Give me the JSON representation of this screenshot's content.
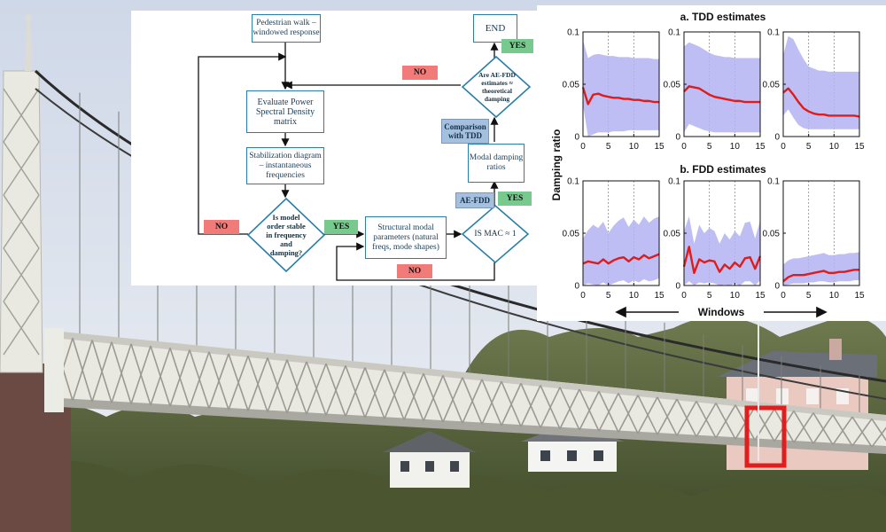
{
  "scene": {
    "sky_color": "#dfe5ef",
    "bridge_color": "#e9e9e2",
    "highlight_color": "#e11d1d"
  },
  "flowchart": {
    "boxes": {
      "pedestrian": "Pedestrian walk – windowed response",
      "psd": "Evaluate Power Spectral Density matrix",
      "stab": "Stabilization diagram – instantaneous frequencies",
      "modal": "Structural modal parameters (natural freqs, mode shapes)",
      "damping": "Modal damping ratios",
      "end": "END"
    },
    "diamonds": {
      "order": "Is model order stable in frequency and damping?",
      "mac": "IS MAC ≈ 1",
      "compare": "Are AE-FDD estimates ≈ theoretical damping"
    },
    "tags": {
      "no1": "NO",
      "no2": "NO",
      "no3": "NO",
      "yes1": "YES",
      "yes2": "YES",
      "yes3": "YES",
      "aefdd": "AE-FDD",
      "comparison": "Comparison with TDD"
    },
    "colors": {
      "line": "#2a7fa8",
      "yes": "#78c98d",
      "no": "#f07b78",
      "note": "#a5c0de"
    }
  },
  "chart_data": [
    {
      "type": "line",
      "panel": "a",
      "title": "a. TDD estimates",
      "ylabel": "Damping ratio",
      "xlabel": "Windows",
      "x": [
        0,
        1,
        2,
        3,
        4,
        5,
        6,
        7,
        8,
        9,
        10,
        11,
        12,
        13,
        14,
        15
      ],
      "xlim": [
        0,
        15
      ],
      "ylim": [
        0,
        0.1
      ],
      "xticks": [
        0,
        5,
        10,
        15
      ],
      "yticks": [
        0,
        0.05,
        0.1
      ],
      "series": [
        {
          "values": [
            0.047,
            0.031,
            0.04,
            0.041,
            0.039,
            0.038,
            0.037,
            0.037,
            0.036,
            0.036,
            0.035,
            0.035,
            0.034,
            0.034,
            0.033,
            0.033
          ],
          "lower": [
            0.03,
            0.0,
            0.002,
            0.004,
            0.004,
            0.004,
            0.005,
            0.005,
            0.005,
            0.006,
            0.006,
            0.006,
            0.006,
            0.006,
            0.006,
            0.006
          ],
          "upper": [
            0.092,
            0.075,
            0.078,
            0.079,
            0.078,
            0.077,
            0.077,
            0.076,
            0.076,
            0.076,
            0.075,
            0.075,
            0.075,
            0.075,
            0.074,
            0.074
          ]
        }
      ]
    },
    {
      "type": "line",
      "panel": "a",
      "x": [
        0,
        1,
        2,
        3,
        4,
        5,
        6,
        7,
        8,
        9,
        10,
        11,
        12,
        13,
        14,
        15
      ],
      "xlim": [
        0,
        15
      ],
      "ylim": [
        0,
        0.1
      ],
      "xticks": [
        0,
        5,
        10,
        15
      ],
      "yticks": [
        0,
        0.05,
        0.1
      ],
      "series": [
        {
          "values": [
            0.043,
            0.048,
            0.047,
            0.046,
            0.043,
            0.04,
            0.038,
            0.037,
            0.036,
            0.035,
            0.034,
            0.034,
            0.033,
            0.033,
            0.033,
            0.033
          ],
          "lower": [
            0.004,
            0.012,
            0.01,
            0.008,
            0.006,
            0.005,
            0.004,
            0.004,
            0.004,
            0.004,
            0.004,
            0.004,
            0.004,
            0.004,
            0.004,
            0.004
          ],
          "upper": [
            0.086,
            0.09,
            0.088,
            0.086,
            0.083,
            0.08,
            0.078,
            0.077,
            0.076,
            0.076,
            0.075,
            0.075,
            0.075,
            0.075,
            0.075,
            0.075
          ]
        }
      ]
    },
    {
      "type": "line",
      "panel": "a",
      "x": [
        0,
        1,
        2,
        3,
        4,
        5,
        6,
        7,
        8,
        9,
        10,
        11,
        12,
        13,
        14,
        15
      ],
      "xlim": [
        0,
        15
      ],
      "ylim": [
        0,
        0.1
      ],
      "xticks": [
        0,
        5,
        10,
        15
      ],
      "yticks": [
        0,
        0.05,
        0.1
      ],
      "series": [
        {
          "values": [
            0.042,
            0.046,
            0.04,
            0.033,
            0.027,
            0.024,
            0.022,
            0.021,
            0.021,
            0.02,
            0.02,
            0.02,
            0.02,
            0.02,
            0.02,
            0.019
          ],
          "lower": [
            0.02,
            0.026,
            0.018,
            0.011,
            0.008,
            0.007,
            0.007,
            0.007,
            0.007,
            0.007,
            0.007,
            0.007,
            0.007,
            0.007,
            0.007,
            0.007
          ],
          "upper": [
            0.078,
            0.096,
            0.093,
            0.083,
            0.074,
            0.067,
            0.065,
            0.063,
            0.063,
            0.062,
            0.062,
            0.062,
            0.062,
            0.062,
            0.062,
            0.062
          ]
        }
      ]
    },
    {
      "type": "line",
      "panel": "b",
      "title": "b. FDD estimates",
      "x": [
        0,
        1,
        2,
        3,
        4,
        5,
        6,
        7,
        8,
        9,
        10,
        11,
        12,
        13,
        14,
        15
      ],
      "xlim": [
        0,
        15
      ],
      "ylim": [
        0,
        0.1
      ],
      "xticks": [
        0,
        5,
        10,
        15
      ],
      "yticks": [
        0,
        0.05,
        0.1
      ],
      "series": [
        {
          "values": [
            0.021,
            0.023,
            0.022,
            0.021,
            0.025,
            0.021,
            0.024,
            0.026,
            0.027,
            0.023,
            0.027,
            0.025,
            0.029,
            0.026,
            0.028,
            0.03
          ],
          "lower": [
            0.0,
            0.002,
            0.001,
            0.0,
            0.003,
            0.0,
            0.002,
            0.004,
            0.005,
            0.002,
            0.005,
            0.003,
            0.006,
            0.004,
            0.005,
            0.007
          ],
          "upper": [
            0.045,
            0.053,
            0.058,
            0.055,
            0.061,
            0.05,
            0.057,
            0.062,
            0.065,
            0.056,
            0.063,
            0.058,
            0.066,
            0.06,
            0.064,
            0.066
          ]
        }
      ]
    },
    {
      "type": "line",
      "panel": "b",
      "x": [
        0,
        1,
        2,
        3,
        4,
        5,
        6,
        7,
        8,
        9,
        10,
        11,
        12,
        13,
        14,
        15
      ],
      "xlim": [
        0,
        15
      ],
      "ylim": [
        0,
        0.1
      ],
      "xticks": [
        0,
        5,
        10,
        15
      ],
      "yticks": [
        0,
        0.05,
        0.1
      ],
      "series": [
        {
          "values": [
            0.018,
            0.037,
            0.012,
            0.025,
            0.022,
            0.024,
            0.023,
            0.013,
            0.02,
            0.016,
            0.022,
            0.018,
            0.026,
            0.027,
            0.016,
            0.028
          ],
          "lower": [
            0.0,
            0.004,
            0.0,
            0.003,
            0.002,
            0.003,
            0.002,
            0.0,
            0.001,
            0.0,
            0.002,
            0.0,
            0.004,
            0.004,
            0.0,
            0.005
          ],
          "upper": [
            0.052,
            0.066,
            0.04,
            0.058,
            0.05,
            0.055,
            0.052,
            0.04,
            0.05,
            0.044,
            0.052,
            0.047,
            0.06,
            0.061,
            0.045,
            0.062
          ]
        }
      ]
    },
    {
      "type": "line",
      "panel": "b",
      "x": [
        0,
        1,
        2,
        3,
        4,
        5,
        6,
        7,
        8,
        9,
        10,
        11,
        12,
        13,
        14,
        15
      ],
      "xlim": [
        0,
        15
      ],
      "ylim": [
        0,
        0.1
      ],
      "xticks": [
        0,
        5,
        10,
        15
      ],
      "yticks": [
        0,
        0.05,
        0.1
      ],
      "series": [
        {
          "values": [
            0.004,
            0.008,
            0.01,
            0.01,
            0.01,
            0.011,
            0.012,
            0.013,
            0.014,
            0.012,
            0.012,
            0.013,
            0.013,
            0.014,
            0.015,
            0.015
          ],
          "lower": [
            0.0,
            0.001,
            0.002,
            0.002,
            0.002,
            0.003,
            0.003,
            0.004,
            0.004,
            0.003,
            0.003,
            0.004,
            0.004,
            0.004,
            0.005,
            0.005
          ],
          "upper": [
            0.02,
            0.024,
            0.026,
            0.026,
            0.027,
            0.028,
            0.029,
            0.03,
            0.031,
            0.029,
            0.029,
            0.03,
            0.03,
            0.031,
            0.031,
            0.032
          ]
        }
      ]
    }
  ],
  "chart_colors": {
    "band": "#b3b3f2",
    "line": "#e01b1b",
    "axis": "#111111",
    "grid": "#8a8a8a"
  }
}
